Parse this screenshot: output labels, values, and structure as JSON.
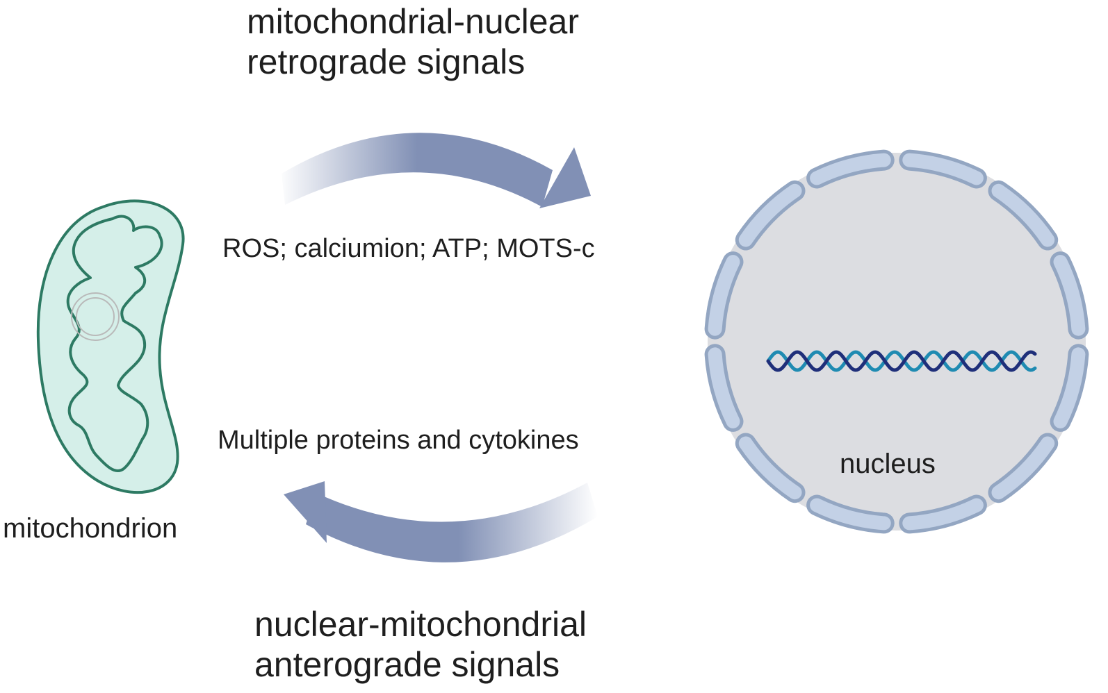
{
  "retrograde": {
    "title_line1": "mitochondrial-nuclear",
    "title_line2": "retrograde signals",
    "signals": "ROS; calciumion; ATP; MOTS-c"
  },
  "anterograde": {
    "title_line1": "nuclear-mitochondrial",
    "title_line2": "anterograde signals",
    "signals": "Multiple proteins and cytokines"
  },
  "mitochondrion": {
    "label": "mitochondrion",
    "fill_color": "#d5efe9",
    "stroke_color": "#2d7a63"
  },
  "nucleus": {
    "label": "nucleus",
    "fill_color": "#dcdde1",
    "envelope_fill": "#c3d1e6",
    "envelope_stroke": "#93a6c2"
  },
  "dna": {
    "strand_color_1": "#1f2f7a",
    "strand_color_2": "#1f8bb2"
  },
  "arrows": {
    "color": "#8190b5"
  }
}
